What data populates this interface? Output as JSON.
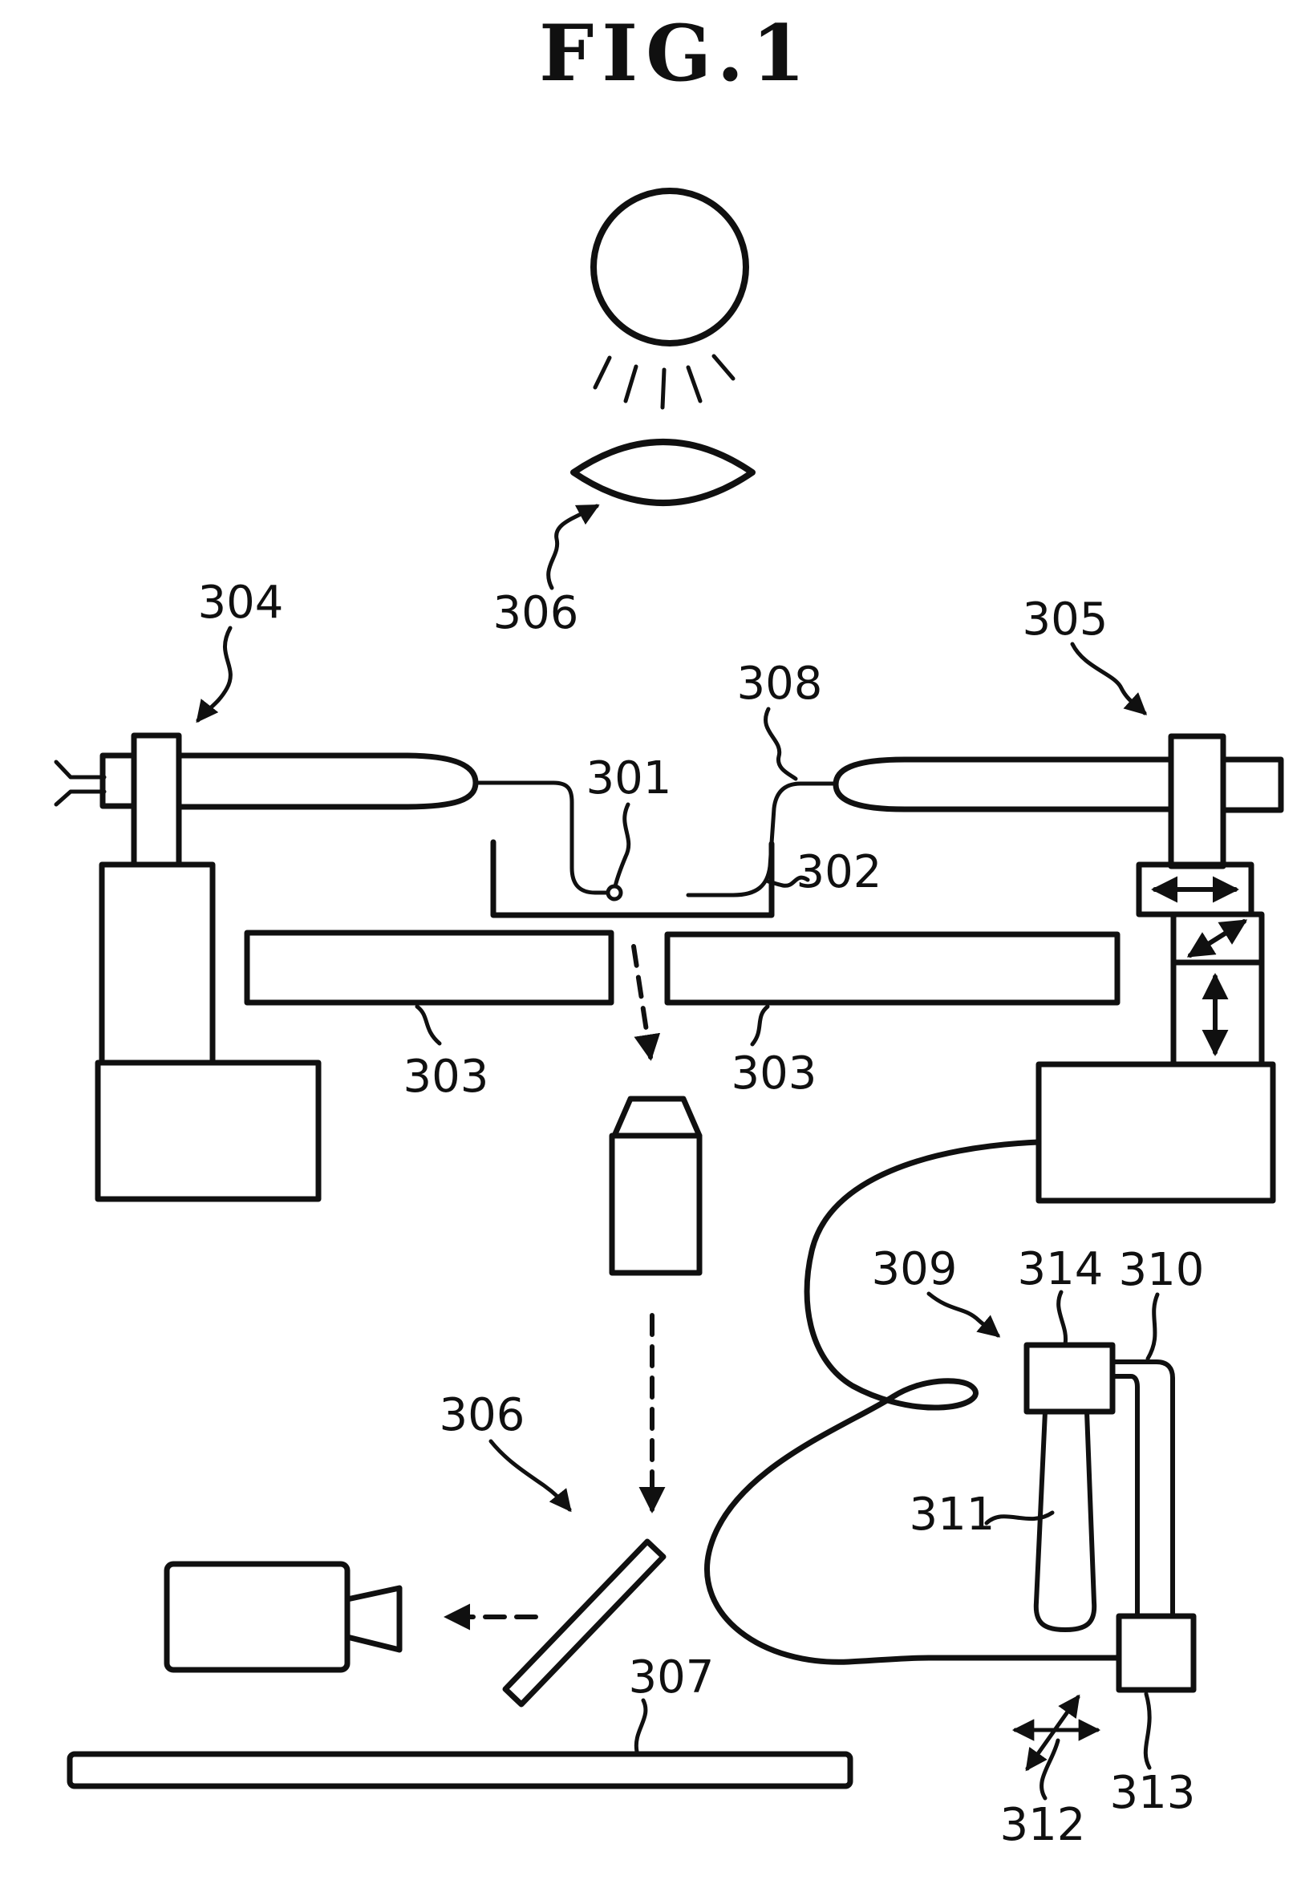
{
  "title": "FIG.1",
  "colors": {
    "ink": "#101010",
    "paper": "#ffffff"
  },
  "part_labels": {
    "p301": "301",
    "p302": "302",
    "p303_left": "303",
    "p303_right": "303",
    "p304": "304",
    "p305": "305",
    "p306_upper": "306",
    "p306_lower": "306",
    "p307": "307",
    "p308": "308",
    "p309": "309",
    "p310": "310",
    "p311": "311",
    "p312": "312",
    "p313": "313",
    "p314": "314"
  }
}
